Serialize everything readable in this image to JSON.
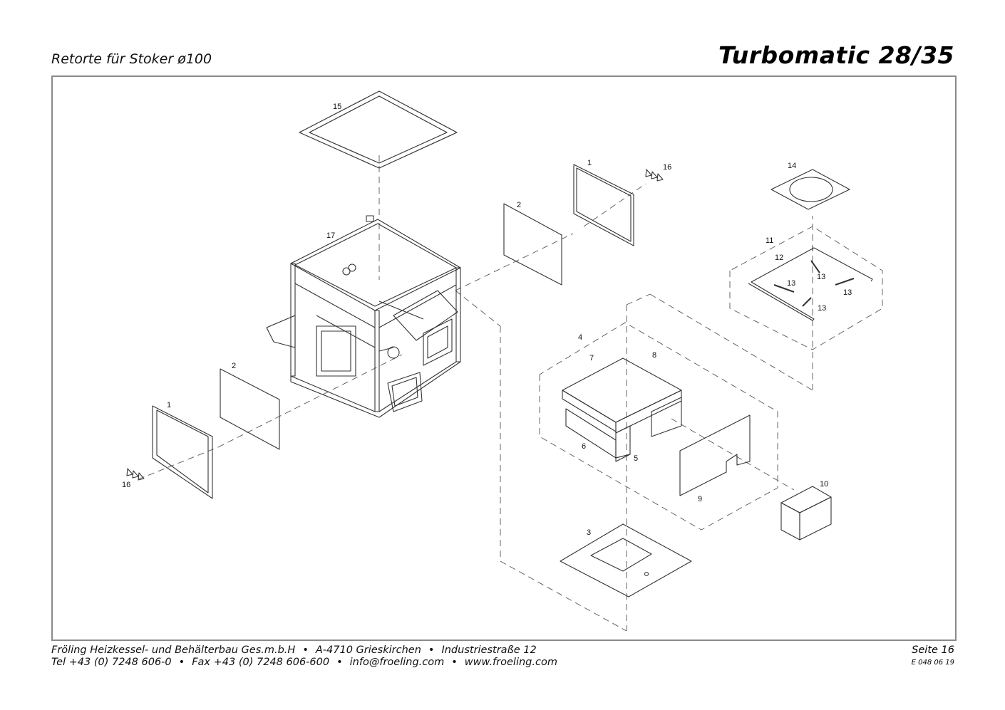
{
  "header": {
    "subtitle": "Retorte für Stoker ø100",
    "title": "Turbomatic 28/35"
  },
  "diagram": {
    "callouts": [
      "15",
      "1",
      "16",
      "2",
      "17",
      "14",
      "11",
      "12",
      "13",
      "13",
      "13",
      "13",
      "4",
      "7",
      "8",
      "6",
      "5",
      "9",
      "10",
      "3",
      "2",
      "1",
      "16"
    ]
  },
  "footer": {
    "company": "Fröling Heizkessel- und Behälterbau Ges.m.b.H",
    "address_city": "A-4710 Grieskirchen",
    "street": "Industriestraße 12",
    "tel": "Tel +43 (0) 7248 606-0",
    "fax": "Fax +43 (0) 7248 606-600",
    "email": "info@froeling.com",
    "web": "www.froeling.com",
    "bullet": "•",
    "page": "Seite 16",
    "doc_number": "E 048 06 19"
  }
}
